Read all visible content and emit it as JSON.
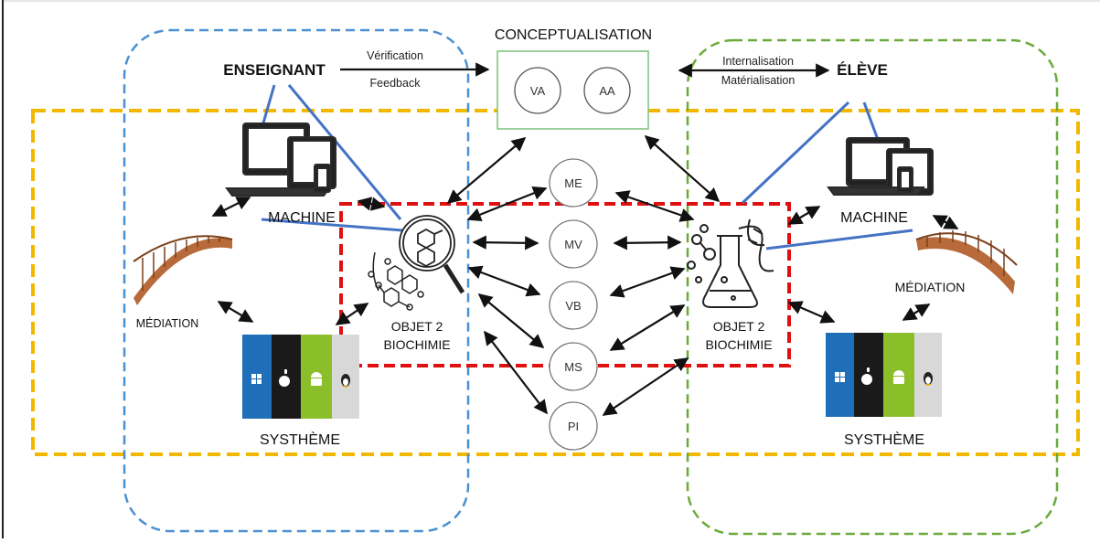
{
  "labels": {
    "conceptualisation": "CONCEPTUALISATION",
    "enseignant": "ENSEIGNANT",
    "eleve": "ÉLÈVE",
    "verification": "Vérification",
    "feedback": "Feedback",
    "internalisation": "Internalisation",
    "materialisation": "Matérialisation",
    "machine_left": "MACHINE",
    "machine_right": "MACHINE",
    "mediation_left": "MÉDIATION",
    "mediation_right": "MÉDIATION",
    "systeme_left": "SYSTHÈME",
    "systeme_right": "SYSTHÈME",
    "objet_left_1": "OBJET 2",
    "objet_left_2": "BIOCHIMIE",
    "objet_right_1": "OBJET 2",
    "objet_right_2": "BIOCHIMIE"
  },
  "concept_circles": [
    "VA",
    "AA"
  ],
  "center_circles": [
    "ME",
    "MV",
    "VB",
    "MS",
    "PI"
  ],
  "colors": {
    "teacher_zone": "#4a90d2",
    "student_zone": "#6aaa3a",
    "outer_zone": "#f2b800",
    "object_zone": "#e01010",
    "link_blue": "#4472c4",
    "concept_box": "#7cc07a",
    "bridge": "#b86a3a",
    "tile_windows": "#1f6fb8",
    "tile_apple": "#1a1a1a",
    "tile_android": "#8bbf2a",
    "tile_linux": "#d8d8d8"
  },
  "icons": {
    "device": "laptop-tablet-phone-icon",
    "bridge": "bridge-icon",
    "os": "os-tiles-icon",
    "molecule": "magnifier-molecule-icon",
    "lab": "lab-flask-dna-icon"
  }
}
